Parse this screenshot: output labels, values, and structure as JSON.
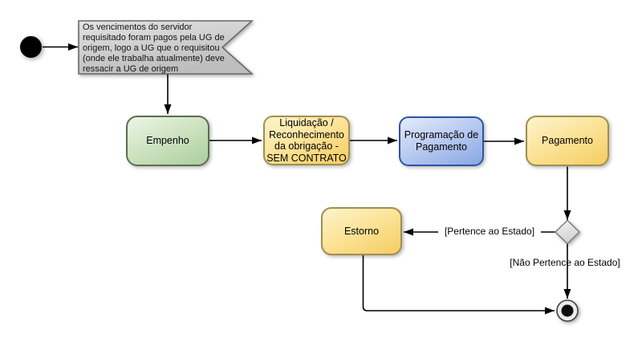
{
  "diagram": {
    "type": "uml-activity-diagram",
    "background": "#ffffff",
    "note": {
      "text": "Os vencimentos do servidor\nrequisitado foram pagos pela UG de\norigem, logo a UG que o requisitou\n(onde ele trabalha atualmente) deve\nressacir a UG de origem",
      "fill": "#d6d6d6",
      "border": "#696969"
    },
    "activities": [
      {
        "id": "empenho",
        "label": "Empenho",
        "fill": "#b5d3a6",
        "border": "#5c6e4f"
      },
      {
        "id": "liquidacao",
        "label": "Liquidação /\nReconhecimento\nda obrigação -\nSEM CONTRATO",
        "fill": "#f6d066",
        "border": "#a08f50"
      },
      {
        "id": "programacao-pagamento",
        "label": "Programação de\nPagamento",
        "fill": "#8aa7e3",
        "border": "#2d54a2"
      },
      {
        "id": "pagamento",
        "label": "Pagamento",
        "fill": "#f6d066",
        "border": "#a08f50"
      },
      {
        "id": "estorno",
        "label": "Estorno",
        "fill": "#f6d066",
        "border": "#a08f50"
      }
    ],
    "edge_labels": {
      "pertence": "[Pertence ao Estado]",
      "nao_pertence": "[Não Pertence ao Estado]"
    },
    "symbols": {
      "start": "initial-node-filled-circle",
      "decision": "decision-diamond",
      "end": "final-node-bullseye"
    },
    "line_color": "#000000"
  }
}
